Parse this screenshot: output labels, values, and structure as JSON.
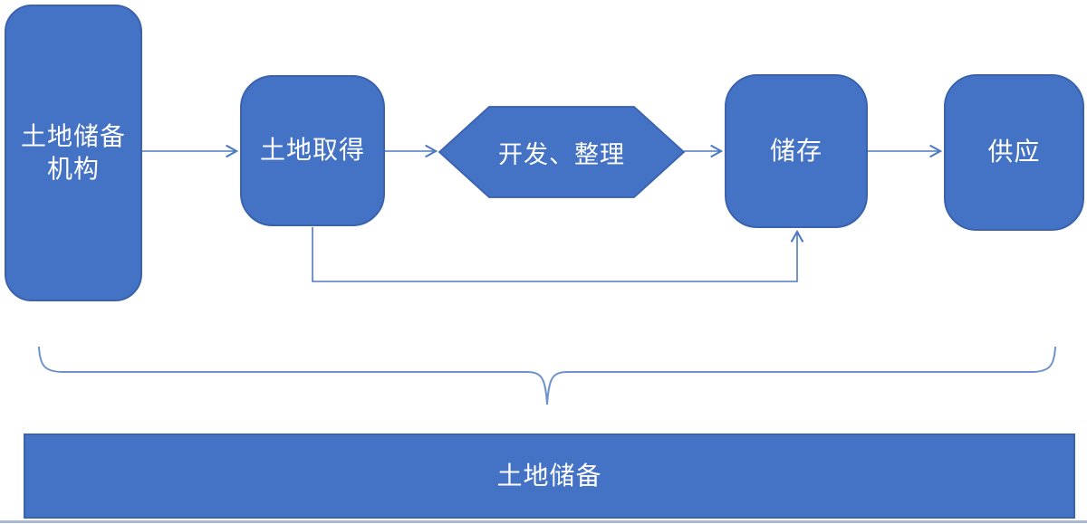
{
  "diagram": {
    "nodes": {
      "agency": {
        "line1": "土地储备",
        "line2": "机构"
      },
      "acquisition": {
        "label": "土地取得"
      },
      "development": {
        "label": "开发、整理"
      },
      "storage": {
        "label": "储存"
      },
      "supply": {
        "label": "供应"
      },
      "land_reserve": {
        "label": "土地储备"
      }
    },
    "edges": [
      {
        "from": "agency",
        "to": "acquisition",
        "type": "arrow"
      },
      {
        "from": "acquisition",
        "to": "development",
        "type": "arrow"
      },
      {
        "from": "development",
        "to": "storage",
        "type": "arrow"
      },
      {
        "from": "storage",
        "to": "supply",
        "type": "arrow"
      },
      {
        "from": "acquisition",
        "to": "storage",
        "type": "elbow-arrow-below"
      }
    ],
    "brace": {
      "spans": "acquisition-through-supply",
      "points_to": "land_reserve"
    },
    "colors": {
      "shape_fill": "#4472C4",
      "shape_border": "#3A62AD",
      "connector": "#4E7AC0",
      "brace": "#6F92CC",
      "label_text": "#FFFFFF",
      "bottom_rule": "#A9B9D6"
    }
  }
}
